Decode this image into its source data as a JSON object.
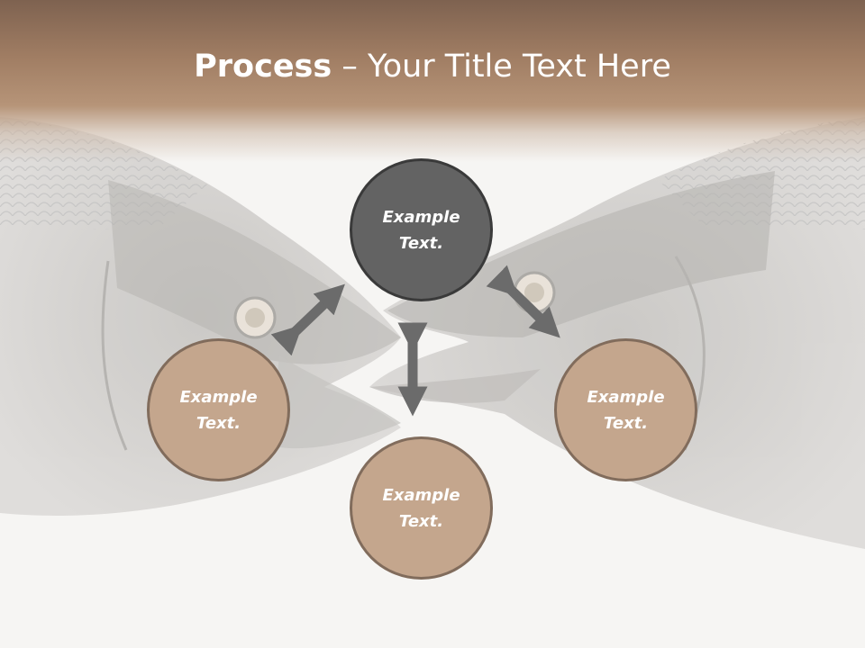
{
  "slide": {
    "title_bold": "Process",
    "title_rest": " – Your Title Text Here",
    "nodes": {
      "top": "Example\nText.",
      "left": "Example\nText.",
      "right": "Example\nText.",
      "bottom": "Example\nText."
    }
  },
  "colors": {
    "header": "#a07d63",
    "node_dark": "#636363",
    "node_tan": "#c4a68d",
    "arrow": "#6b6b6b"
  }
}
